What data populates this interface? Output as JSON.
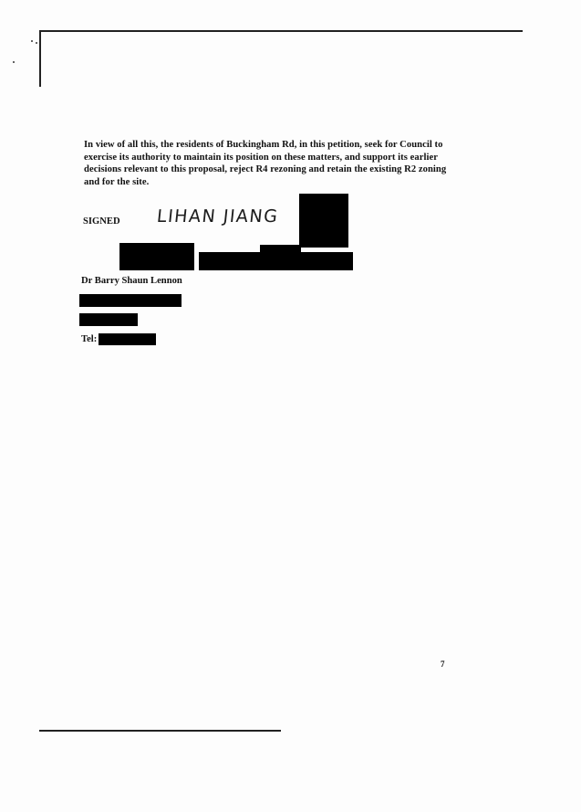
{
  "document": {
    "paragraph": "In view of all this, the residents of Buckingham Rd, in this petition, seek for Council to exercise its authority to maintain its position on these matters, and support its earlier decisions relevant to this proposal, reject R4 rezoning and retain the existing R2 zoning and for the site.",
    "signed_label": "SIGNED",
    "signature": "LIHAN JIANG",
    "name": "Dr Barry Shaun Lennon",
    "tel_label": "Tel:",
    "page_number": "7"
  }
}
